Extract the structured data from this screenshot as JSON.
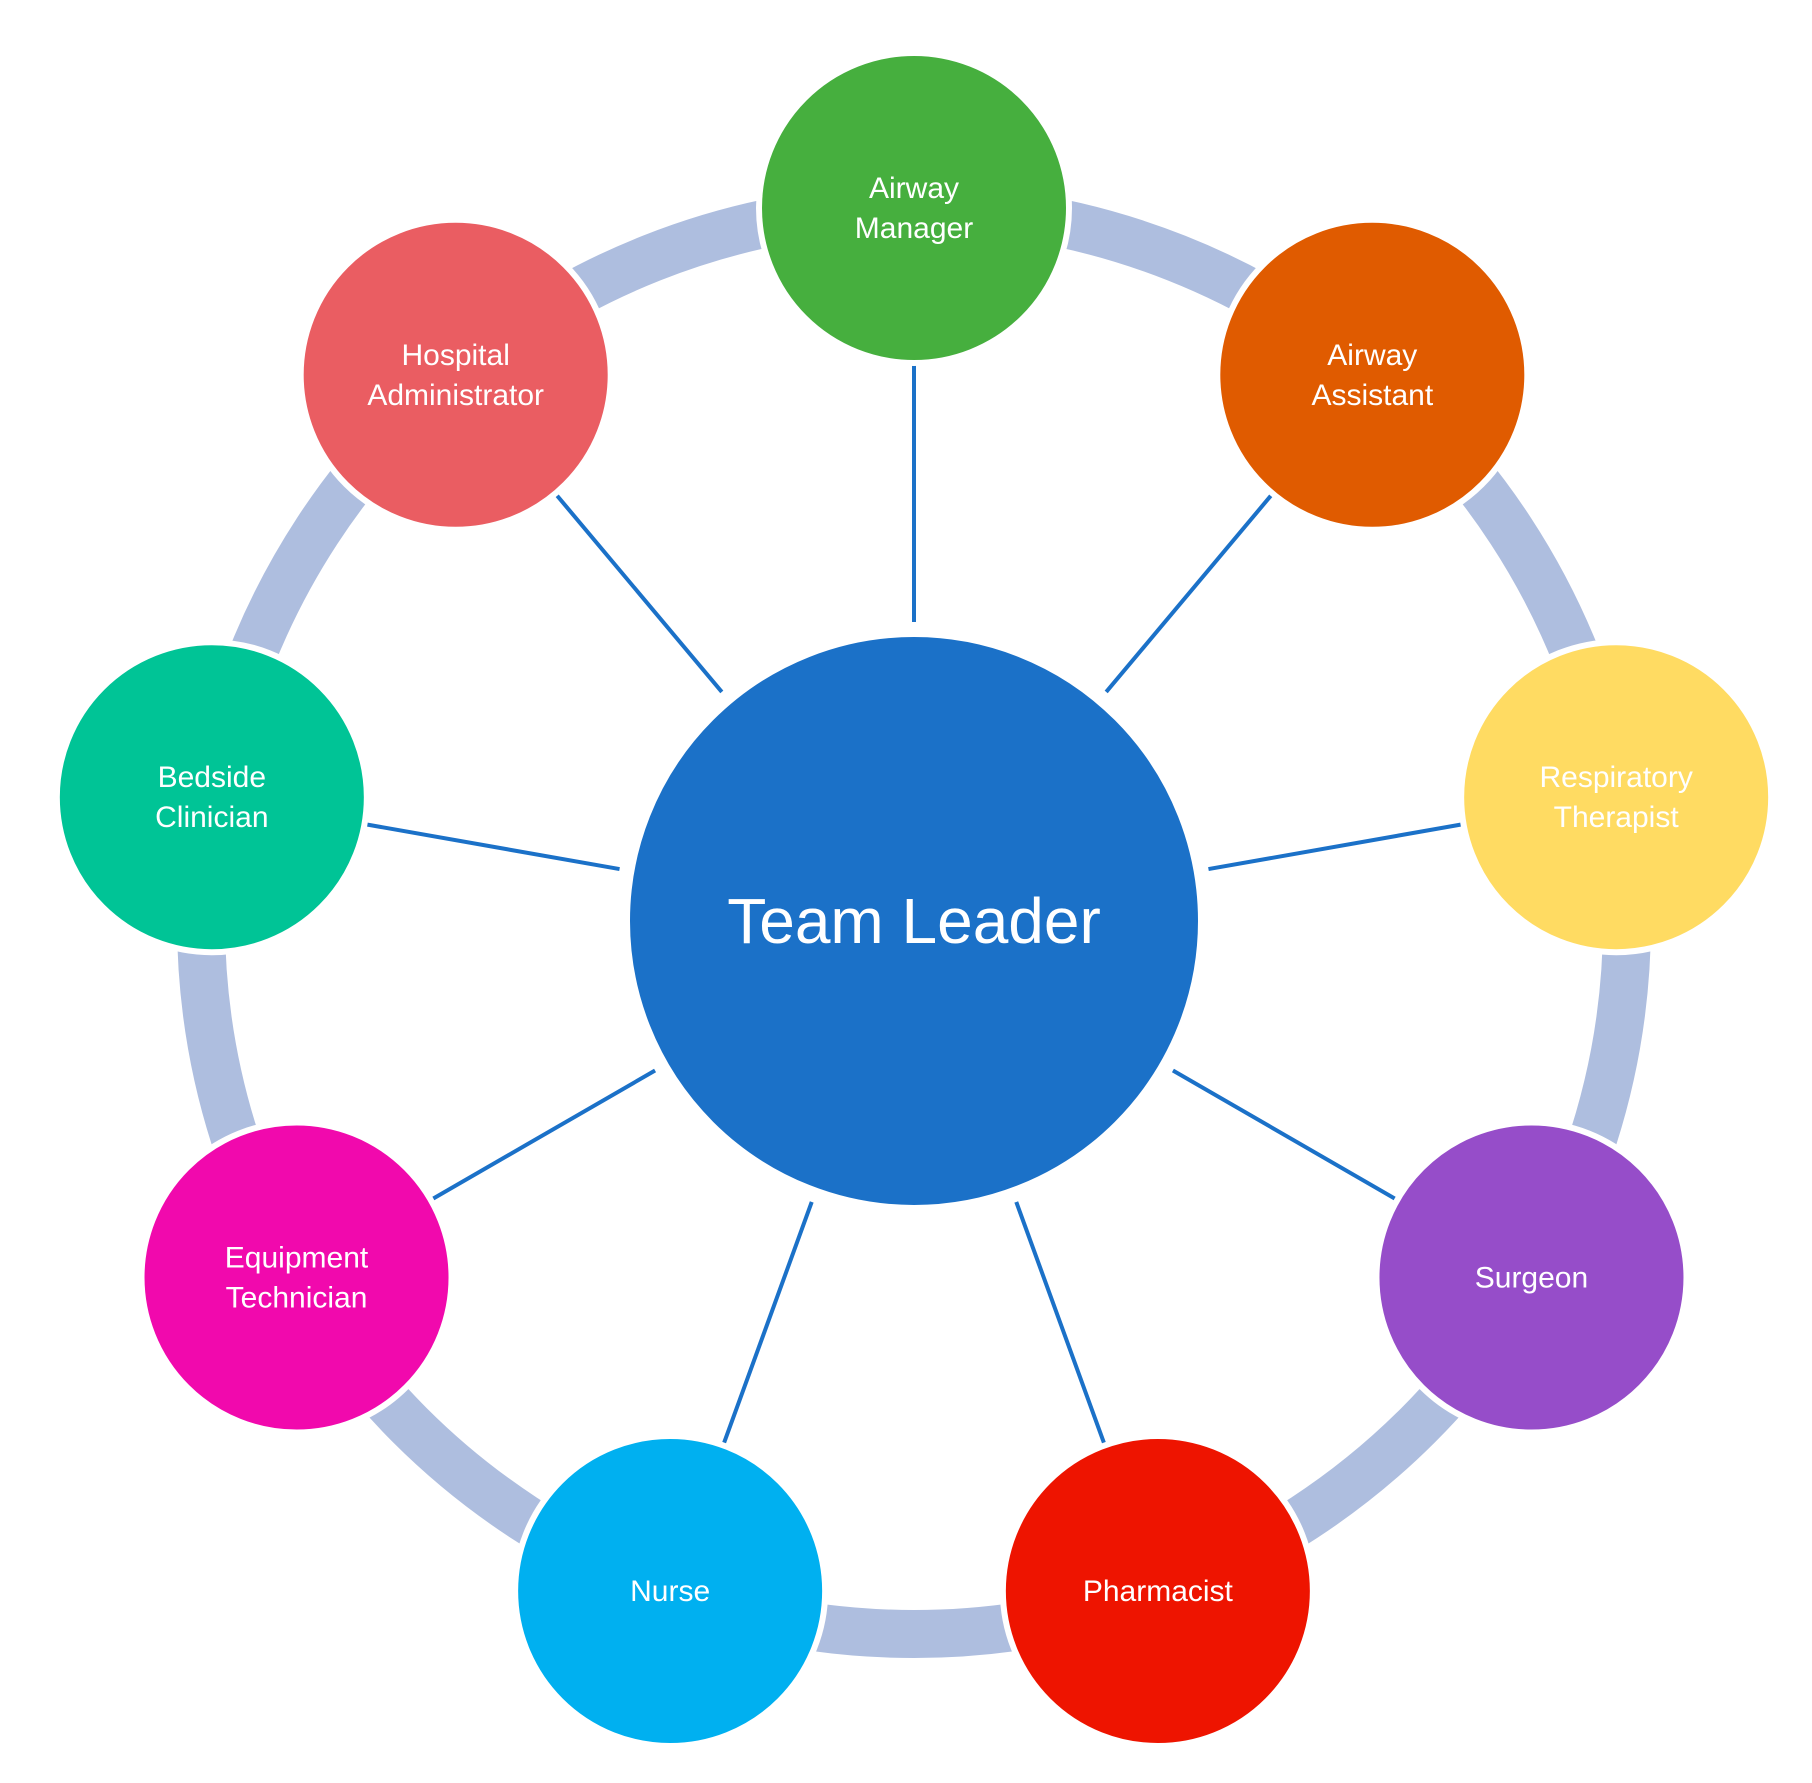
{
  "center": {
    "label": "Team Leader",
    "color": "#1B71C8"
  },
  "ring_color": "#AEBEDF",
  "spoke_color": "#1B71C8",
  "roles": [
    {
      "id": "airway-manager",
      "lines": [
        "Airway",
        "Manager"
      ],
      "color": "#46AF3E"
    },
    {
      "id": "airway-assistant",
      "lines": [
        "Airway",
        "Assistant"
      ],
      "color": "#E05B00"
    },
    {
      "id": "respiratory-therapist",
      "lines": [
        "Respiratory",
        "Therapist"
      ],
      "color": "#FFDB62"
    },
    {
      "id": "surgeon",
      "lines": [
        "Surgeon"
      ],
      "color": "#964DC9"
    },
    {
      "id": "pharmacist",
      "lines": [
        "Pharmacist"
      ],
      "color": "#EE1400"
    },
    {
      "id": "nurse",
      "lines": [
        "Nurse"
      ],
      "color": "#00B0F0"
    },
    {
      "id": "equipment-technician",
      "lines": [
        "Equipment",
        "Technician"
      ],
      "color": "#F109AD"
    },
    {
      "id": "bedside-clinician",
      "lines": [
        "Bedside",
        "Clinician"
      ],
      "color": "#00C496"
    },
    {
      "id": "hospital-administrator",
      "lines": [
        "Hospital",
        "Administrator"
      ],
      "color": "#EA5D62"
    }
  ]
}
